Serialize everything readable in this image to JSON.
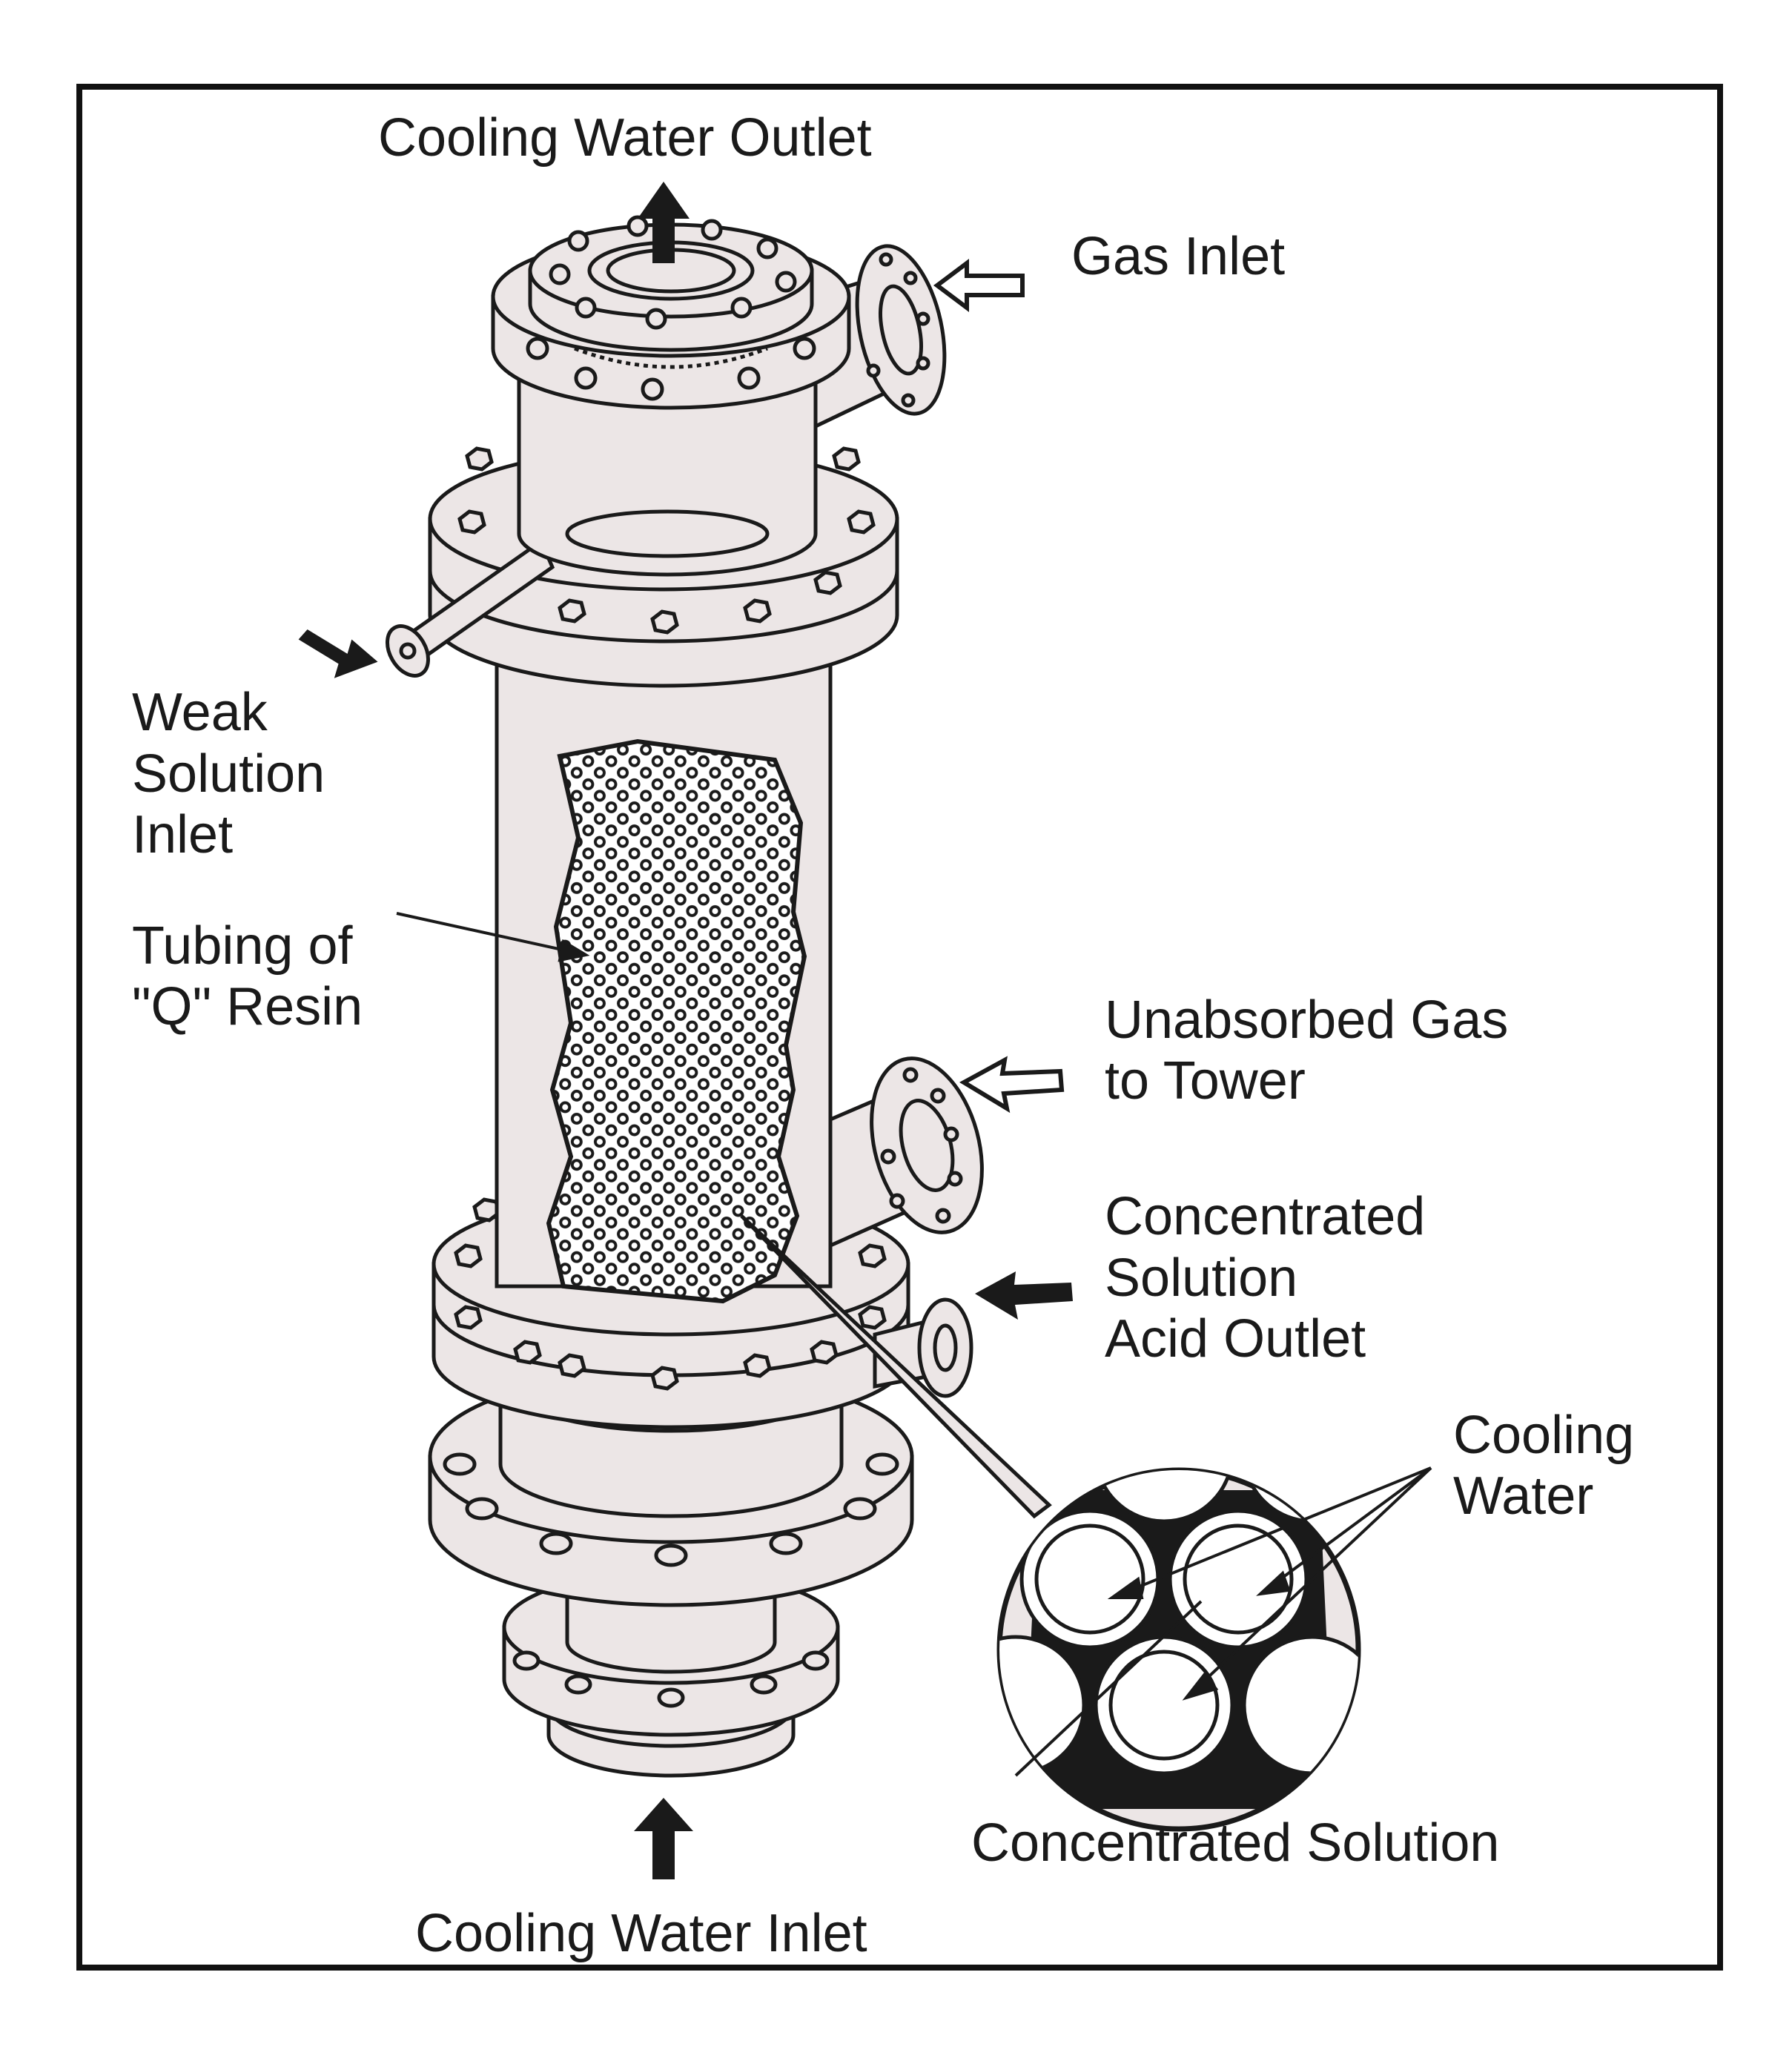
{
  "labels": {
    "cooling_water_outlet": "Cooling Water Outlet",
    "gas_inlet": "Gas Inlet",
    "weak_solution_inlet": [
      "Weak",
      "Solution",
      "Inlet"
    ],
    "tubing_of_q_resin": [
      "Tubing of",
      "\"Q\" Resin"
    ],
    "unabsorbed_gas_to_tower": [
      "Unabsorbed Gas",
      "to Tower"
    ],
    "concentrated_solution_acid_outlet": [
      "Concentrated",
      "Solution",
      "Acid Outlet"
    ],
    "cooling_water": [
      "Cooling",
      "Water"
    ],
    "concentrated_solution": "Concentrated Solution",
    "cooling_water_inlet": "Cooling Water Inlet"
  },
  "colors": {
    "vessel_fill": "#ece6e6",
    "stroke": "#1a1a1a",
    "frame": "#111111",
    "background": "#ffffff"
  }
}
